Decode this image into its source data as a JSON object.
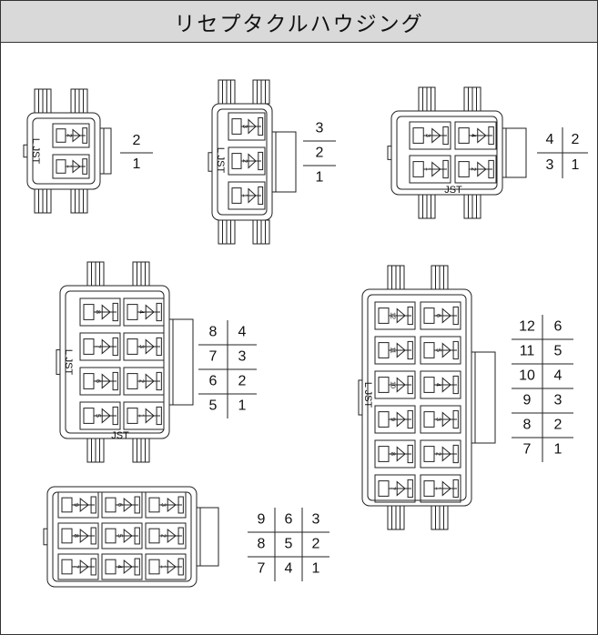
{
  "title": "リセプタクルハウジング",
  "housing_label": "JST",
  "connectors": [
    {
      "id": "2-pin",
      "rows": [
        [
          "2"
        ],
        [
          "1"
        ]
      ],
      "cavity_numbers": [
        "2",
        "1"
      ]
    },
    {
      "id": "3-pin",
      "rows": [
        [
          "3"
        ],
        [
          "2"
        ],
        [
          "1"
        ]
      ],
      "cavity_numbers": [
        "3",
        "2",
        "1"
      ]
    },
    {
      "id": "4-pin",
      "rows": [
        [
          "4",
          "2"
        ],
        [
          "3",
          "1"
        ]
      ],
      "cavity_numbers": [
        "4",
        "2",
        "3",
        "1"
      ]
    },
    {
      "id": "8-pin",
      "rows": [
        [
          "8",
          "4"
        ],
        [
          "7",
          "3"
        ],
        [
          "6",
          "2"
        ],
        [
          "5",
          "1"
        ]
      ],
      "cavity_numbers": [
        "8",
        "4",
        "7",
        "3",
        "6",
        "2",
        "5",
        "1"
      ]
    },
    {
      "id": "12-pin",
      "rows": [
        [
          "12",
          "6"
        ],
        [
          "11",
          "5"
        ],
        [
          "10",
          "4"
        ],
        [
          "9",
          "3"
        ],
        [
          "8",
          "2"
        ],
        [
          "7",
          "1"
        ]
      ],
      "cavity_numbers": [
        "12",
        "6",
        "11",
        "5",
        "10",
        "4",
        "9",
        "3",
        "8",
        "2",
        "7",
        "1"
      ]
    },
    {
      "id": "9-pin",
      "rows": [
        [
          "9",
          "6",
          "3"
        ],
        [
          "8",
          "5",
          "2"
        ],
        [
          "7",
          "4",
          "1"
        ]
      ],
      "cavity_numbers": [
        "9",
        "6",
        "3",
        "8",
        "5",
        "2",
        "7",
        "4",
        "1"
      ]
    }
  ]
}
